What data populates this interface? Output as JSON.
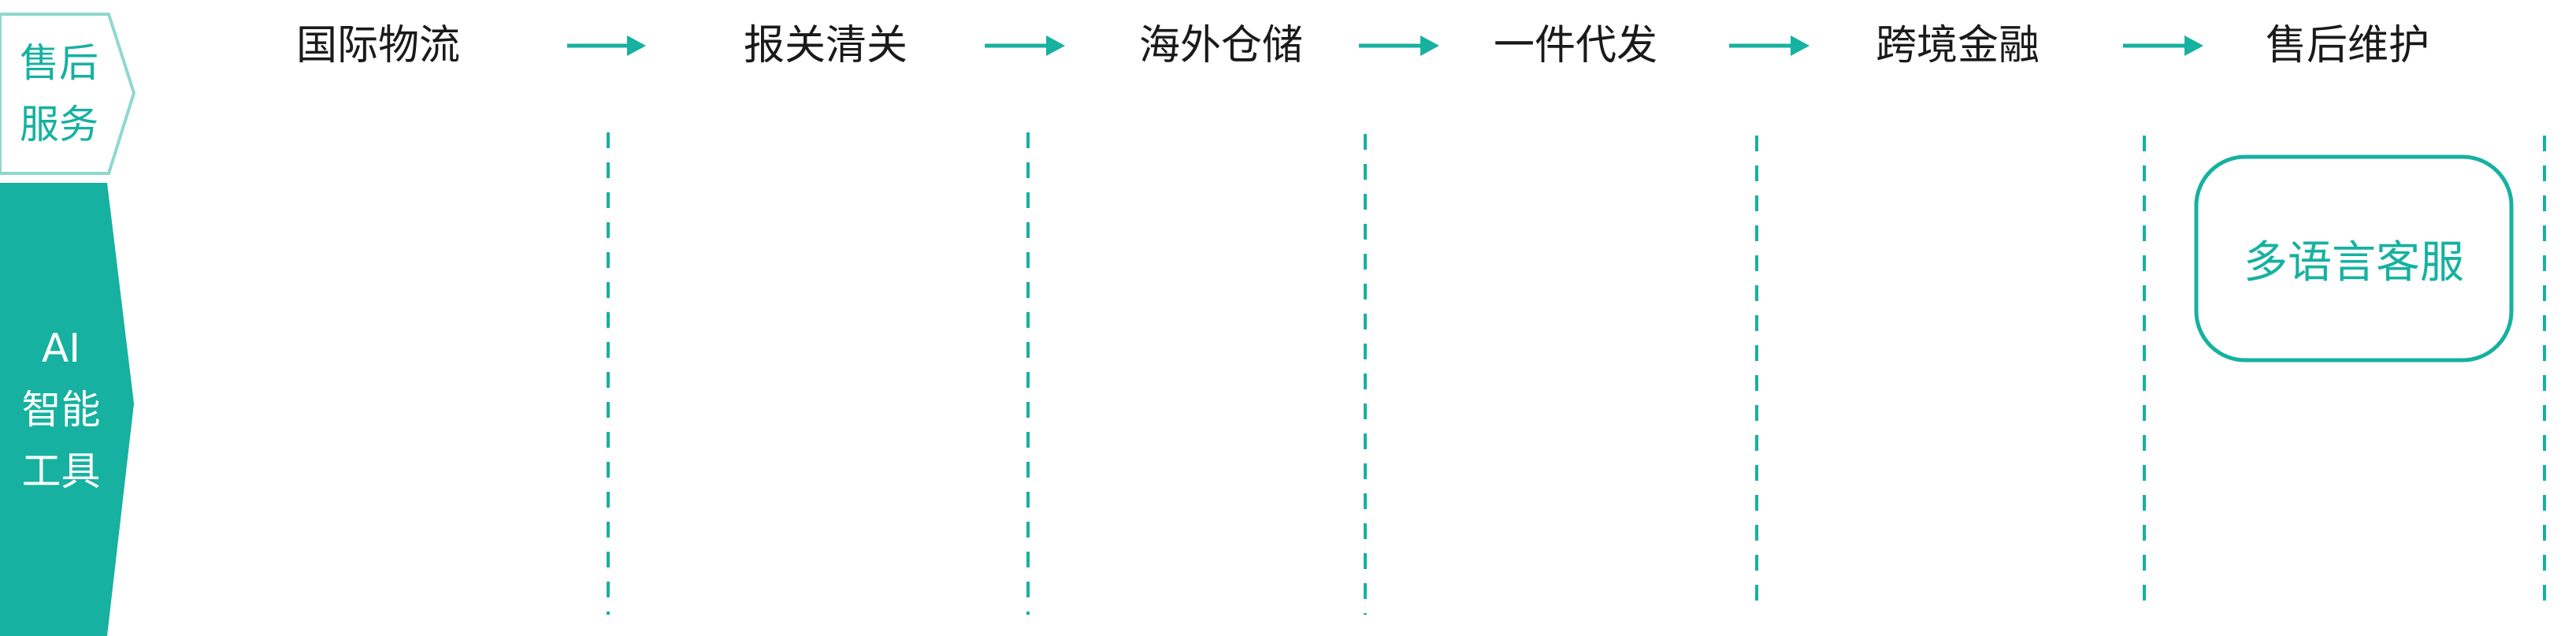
{
  "colors": {
    "accent": "#16b1a0",
    "accent_light": "#8fd8cf",
    "text": "#1a1a1a",
    "background": "#ffffff"
  },
  "rows": {
    "after_sales": {
      "line1": "售后",
      "line2": "服务"
    },
    "ai_tools": {
      "line1": "AI",
      "line2": "智能",
      "line3": "工具"
    }
  },
  "stages": [
    {
      "label": "国际物流"
    },
    {
      "label": "报关清关"
    },
    {
      "label": "海外仓储"
    },
    {
      "label": "一件代发"
    },
    {
      "label": "跨境金融"
    },
    {
      "label": "售后维护"
    }
  ],
  "tools": [
    {
      "label": "多语言客服",
      "stage": "售后维护"
    }
  ],
  "icons": {
    "flow_arrow": "arrow-right-icon"
  }
}
